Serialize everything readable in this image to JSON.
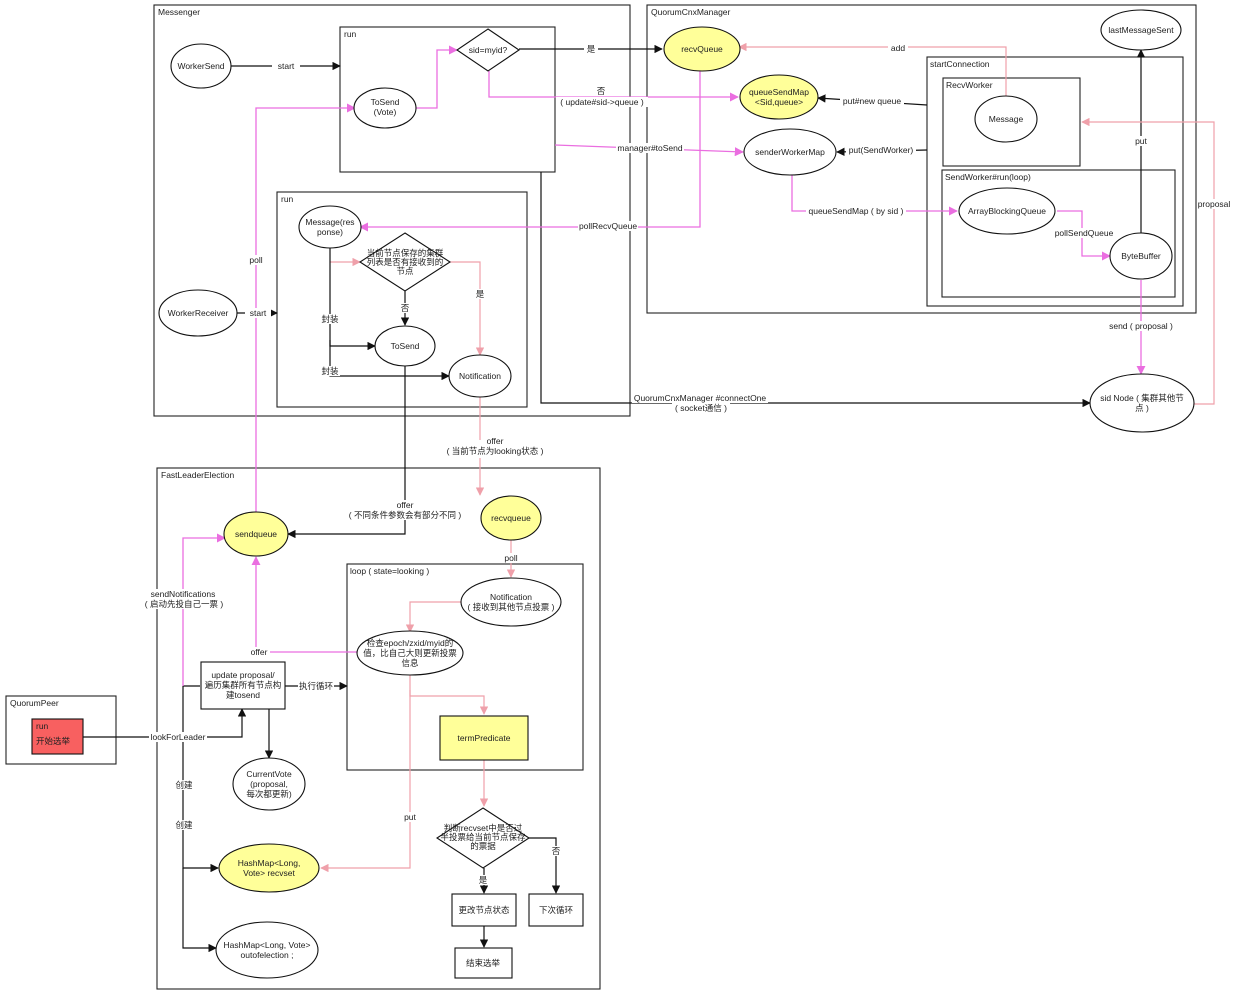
{
  "containers": {
    "messenger": "Messenger",
    "run_top": "run",
    "run_bottom": "run",
    "quorum_cnx_manager": "QuorumCnxManager",
    "start_connection": "startConnection",
    "recv_worker": "RecvWorker",
    "send_worker_loop": "SendWorker#run(loop)",
    "fast_leader_election": "FastLeaderElection",
    "loop_looking": "loop ( state=looking )",
    "quorum_peer": "QuorumPeer"
  },
  "nodes": {
    "worker_send": "WorkerSend",
    "to_send_vote": [
      "ToSend",
      "(Vote)"
    ],
    "sid_myid": "sid=myid?",
    "recv_queue": "recvQueue",
    "queue_send_map": [
      "queueSendMap",
      "<Sid,queue>"
    ],
    "sender_worker_map": "senderWorkerMap",
    "last_message_sent": "lastMessageSent",
    "message": "Message",
    "array_blocking_queue": "ArrayBlockingQueue",
    "byte_buffer": "ByteBuffer",
    "message_response": [
      "Message(res",
      "ponse)"
    ],
    "worker_receiver": "WorkerReceiver",
    "check_cluster": [
      "当前节点保存的集群",
      "列表是否有接收到的",
      "节点"
    ],
    "to_send": "ToSend",
    "notification": "Notification",
    "sid_node": [
      "sid Node ( 集群其他节",
      "点 )"
    ],
    "sendqueue": "sendqueue",
    "recvqueue": "recvqueue",
    "notification_recv": [
      "Notification",
      "( 接收到其他节点投票 )"
    ],
    "check_epoch": [
      "检查epoch/zxid/myid的",
      "值，比自己大则更新投票",
      "信息"
    ],
    "update_proposal": [
      "update proposal/",
      "遍历集群所有节点构",
      "建tosend"
    ],
    "term_predicate": "termPredicate",
    "current_vote": [
      "CurrentVote",
      "(proposal,",
      "每次都更新)"
    ],
    "judge_recvset": [
      "判断recvset中是否过",
      "半投票给当前节点保存",
      "的票据"
    ],
    "hashmap_recvset": [
      "HashMap<Long,",
      "Vote> recvset"
    ],
    "change_state": "更改节点状态",
    "next_loop": "下次循环",
    "hashmap_outofelection": [
      "HashMap<Long, Vote>",
      "outofelection ;"
    ],
    "end_election": "结束选举",
    "run_start": [
      "run",
      "开始选举"
    ]
  },
  "edges": {
    "start_1": "start",
    "yes_1": "是",
    "no_1": "否",
    "update_sid_queue": "( update#sid->queue )",
    "add": "add",
    "put_new_queue": "put#new queue",
    "manager_to_send": "manager#toSend",
    "put_send_worker": "put(SendWorker)",
    "put": "put",
    "queue_send_map_by_sid": "queueSendMap ( by sid )",
    "poll_send_queue": "pollSendQueue",
    "proposal": "proposal",
    "poll_recv_queue": "pollRecvQueue",
    "poll": "poll",
    "start_2": "start",
    "no_2": "否",
    "yes_2": "是",
    "encapsulate_1": "封装",
    "encapsulate_2": "封装",
    "send_proposal": "send ( proposal )",
    "connect_one": "QuorumCnxManager #connectOne",
    "socket": "( socket通信 )",
    "offer_1": "offer",
    "offer_1_note": "( 当前节点为looking状态 )",
    "offer_2": "offer",
    "offer_2_note": "( 不同条件参数会有部分不同 )",
    "poll_2": "poll",
    "send_notifications": "sendNotifications",
    "send_notifications_note": "( 启动先投自己一票 )",
    "offer_3": "offer",
    "execute_loop": "执行循环",
    "look_for_leader": "lookForLeader",
    "create_1": "创建",
    "create_2": "创建",
    "put_2": "put",
    "no_3": "否",
    "yes_3": "是"
  },
  "colors": {
    "highlight": "#ffff99",
    "start_node": "#f86060",
    "pink_arrow": "#ea6ee0",
    "light_arrow": "#efa0aa"
  }
}
